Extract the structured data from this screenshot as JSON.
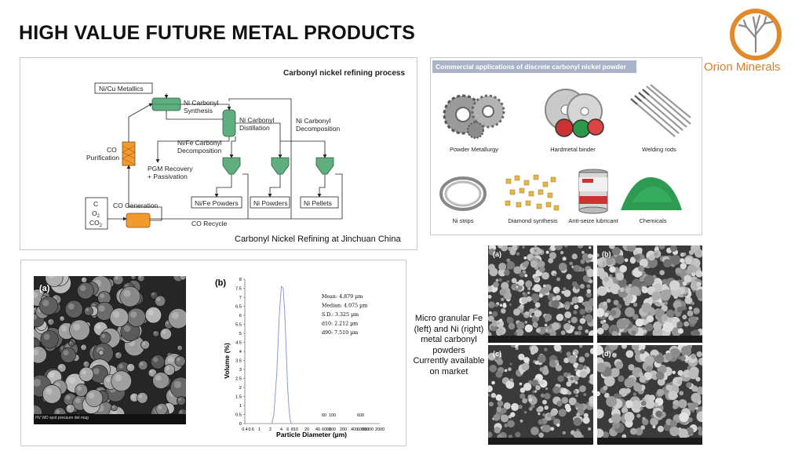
{
  "slide": {
    "title": "HIGH VALUE FUTURE METAL PRODUCTS",
    "logo_text": "Orion Minerals",
    "accent": "#e08a2a"
  },
  "flowchart": {
    "heading": "Carbonyl nickel refining process",
    "caption": "Carbonyl Nickel Refining at Jinchuan China",
    "nodes": {
      "feed": "Ni/Cu Metallics",
      "synthesis_1": "Ni Carbonyl",
      "synthesis_2": "Synthesis",
      "distill_1": "Ni Carbonyl",
      "distill_2": "Distillation",
      "decomp_1": "Ni Carbonyl",
      "decomp_2": "Decomposition",
      "nife_1": "Ni/Fe Carbonyl",
      "nife_2": "Decomposition",
      "co_pur_1": "CO",
      "co_pur_2": "Purification",
      "pgm_1": "PGM Recovery",
      "pgm_2": "+ Passivation",
      "nife_powders": "Ni/Fe Powders",
      "ni_powders": "Ni Powders",
      "ni_pellets": "Ni Pellets",
      "co_generation": "CO Generation",
      "co_recycle": "CO Recycle",
      "c": "C",
      "o2": "O",
      "co2": "CO",
      "sub2": "2"
    },
    "colors": {
      "vessel": "#5fae7f",
      "generator": "#f29a2e"
    }
  },
  "applications": {
    "header": "Commercial applications of discrete carbonyl nickel powder",
    "items": [
      {
        "label": "Powder Metallurgy"
      },
      {
        "label": "Hardmetal binder"
      },
      {
        "label": "Welding rods"
      },
      {
        "label": "Ni strips"
      },
      {
        "label": "Diamond synthesis"
      },
      {
        "label": "Anti-seize lubricant"
      },
      {
        "label": "Chemicals"
      }
    ]
  },
  "particle": {
    "sem_label": "(a)",
    "sem_footer": "HV  WD  spot  pressure  det  mag",
    "chart_label": "(b)",
    "stats": [
      "Mean: 4.879 µm",
      "Median: 4.075 µm",
      "S.D.: 3.325 µm",
      "d10: 2.212 µm",
      "d90: 7.510 µm"
    ]
  },
  "chart_data": {
    "type": "line",
    "xlabel": "Particle Diameter (µm)",
    "ylabel": "Volume (%)",
    "ylim": [
      0,
      8
    ],
    "x_scale": "log",
    "x_tick_labels": [
      "0.4",
      "0.6",
      "1",
      "2",
      "4",
      "6",
      "8",
      "10",
      "20",
      "40",
      "60",
      "80",
      "100",
      "200",
      "400",
      "600",
      "800",
      "1000",
      "2000"
    ],
    "y_ticks": [
      0,
      0.5,
      1,
      1.5,
      2,
      2.5,
      3,
      3.5,
      4,
      4.5,
      5,
      5.5,
      6,
      6.5,
      7,
      7.5,
      8
    ],
    "inner_tick_labels": [
      "60",
      "100",
      "600"
    ],
    "series": [
      {
        "x": [
          2.2,
          2.5,
          3.0,
          3.5,
          4.0,
          4.5,
          5.0,
          5.5,
          6.0,
          6.5,
          7.0,
          7.5
        ],
        "values": [
          0,
          0.5,
          2.8,
          5.9,
          7.6,
          7.5,
          6.0,
          3.8,
          1.9,
          0.8,
          0.2,
          0
        ]
      }
    ]
  },
  "micro_caption": [
    "Micro granular Fe",
    "(left) and Ni (right)",
    "metal carbonyl",
    "powders",
    "Currently available",
    "on market"
  ],
  "sem_grid": {
    "labels": [
      "(a)",
      "(b)",
      "(c)",
      "(d)"
    ]
  }
}
